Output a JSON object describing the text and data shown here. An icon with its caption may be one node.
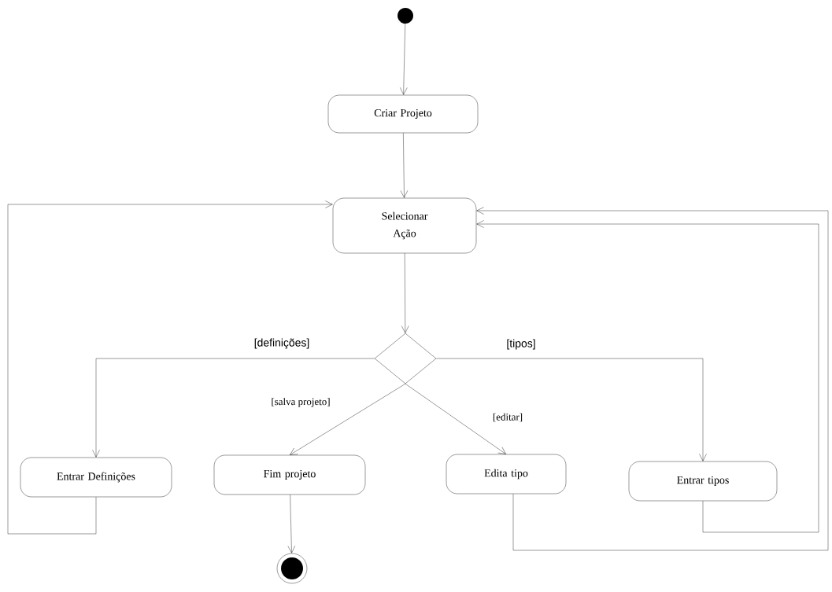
{
  "diagram": {
    "nodes": [
      {
        "text": [],
        "shape": "circle"
      },
      {
        "text": [
          "Criar Projeto"
        ]
      },
      {
        "text": [
          "Selecionar Ação"
        ]
      },
      {
        "text": [],
        "shape": "diamond"
      },
      {
        "text": [
          "Entrar Definições"
        ]
      },
      {
        "text": [
          "Fim projeto"
        ]
      },
      {
        "text": [
          "Edita tipo"
        ]
      },
      {
        "text": [
          "Entrar tipos"
        ]
      },
      {
        "text": [],
        "shape": "circle"
      }
    ],
    "edges": [
      {
        "from": 0,
        "to": 1,
        "arrow": "to"
      },
      {
        "from": 1,
        "to": 2,
        "arrow": "to"
      },
      {
        "from": 2,
        "to": 3,
        "arrow": "to"
      },
      {
        "from": 3,
        "to": 4,
        "arrow": "to",
        "label": "[definições]"
      },
      {
        "from": 3,
        "to": 5,
        "arrow": "to",
        "label": "[salva projeto]"
      },
      {
        "from": 3,
        "to": 6,
        "arrow": "to",
        "label": "[editar]"
      },
      {
        "from": 3,
        "to": 7,
        "arrow": "to",
        "label": "[tipos]"
      },
      {
        "from": 5,
        "to": 8,
        "arrow": "to"
      },
      {
        "from": 4,
        "to": 2,
        "arrow": "to"
      },
      {
        "from": 7,
        "to": 2,
        "arrow": "to"
      },
      {
        "from": 6,
        "to": 2,
        "arrow": "to"
      }
    ]
  }
}
